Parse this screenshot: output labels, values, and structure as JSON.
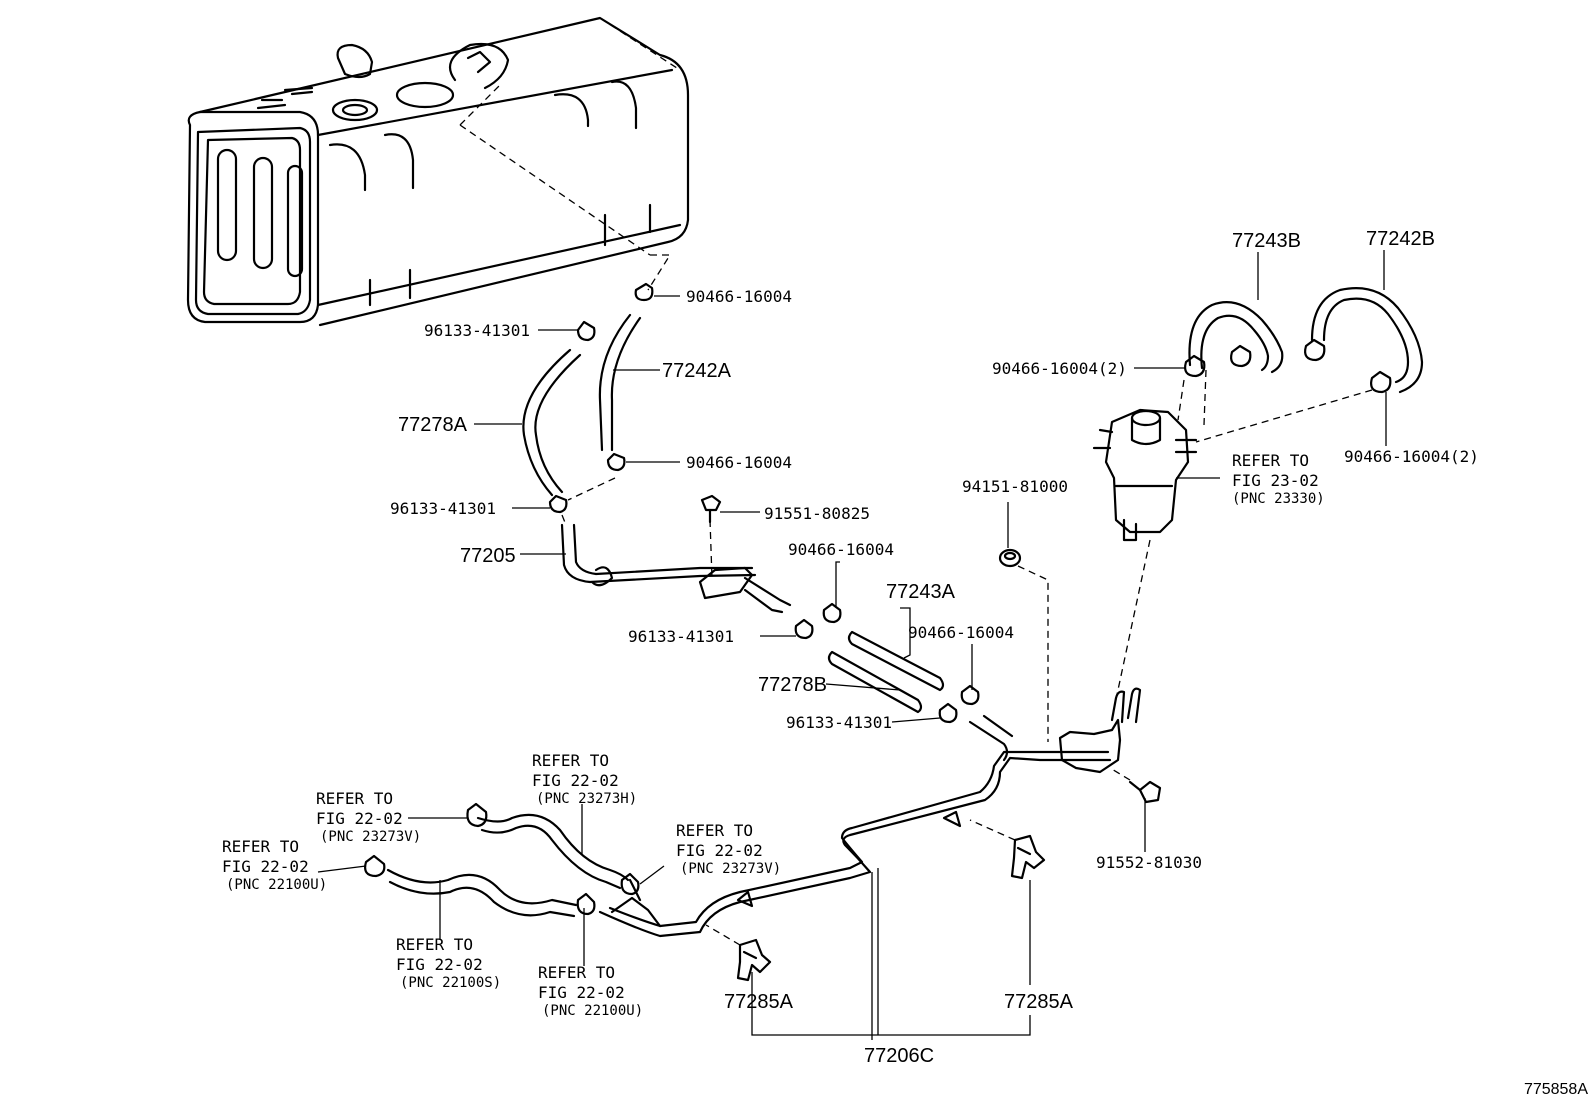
{
  "diagram_id": "775858A",
  "labels": {
    "p90466_top": "90466-16004",
    "p96133_a": "96133-41301",
    "p77242A": "77242A",
    "p77278A": "77278A",
    "p90466_mid": "90466-16004",
    "p96133_b": "96133-41301",
    "p91551": "91551-80825",
    "p77205": "77205",
    "p90466_c": "90466-16004",
    "p77243A": "77243A",
    "p96133_c": "96133-41301",
    "p90466_d": "90466-16004",
    "p77278B": "77278B",
    "p96133_d": "96133-41301",
    "p77243B": "77243B",
    "p77242B": "77242B",
    "p90466_2a": "90466-16004(2)",
    "p90466_2b": "90466-16004(2)",
    "p94151": "94151-81000",
    "p91552": "91552-81030",
    "p77285A_left": "77285A",
    "p77285A_right": "77285A",
    "p77206C": "77206C"
  },
  "refs": {
    "r23330": {
      "line1": "REFER TO",
      "line2": "FIG 23-02",
      "line3": "(PNC 23330)"
    },
    "r23273H": {
      "line1": "REFER TO",
      "line2": "FIG 22-02",
      "line3": "(PNC 23273H)"
    },
    "r23273V_left": {
      "line1": "REFER TO",
      "line2": "FIG 22-02",
      "line3": "(PNC 23273V)"
    },
    "r23273V_right": {
      "line1": "REFER TO",
      "line2": "FIG 22-02",
      "line3": "(PNC 23273V)"
    },
    "r22100U_top": {
      "line1": "REFER TO",
      "line2": "FIG 22-02",
      "line3": "(PNC 22100U)"
    },
    "r22100S": {
      "line1": "REFER TO",
      "line2": "FIG 22-02",
      "line3": "(PNC 22100S)"
    },
    "r22100U_bottom": {
      "line1": "REFER TO",
      "line2": "FIG 22-02",
      "line3": "(PNC 22100U)"
    }
  }
}
